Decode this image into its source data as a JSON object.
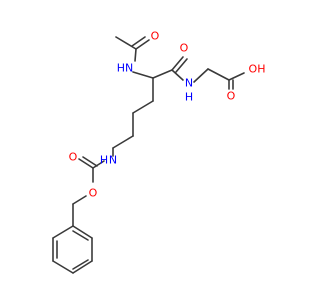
{
  "molecule": {
    "colors": {
      "bond": "#3a3a3a",
      "oxygen": "#ff0000",
      "nitrogen": "#0000ff"
    },
    "labels": {
      "acetyl_oxygen": "O",
      "acetyl_amide_nitrogen": "HN",
      "peptide_oxygen": "O",
      "peptide_nitrogen": "N",
      "peptide_nitrogen_h": "H",
      "acid_carbonyl_oxygen": "O",
      "acid_hydroxyl": "OH",
      "carbamate_nitrogen_h": "H",
      "carbamate_nitrogen": "N",
      "carbamate_carbonyl_oxygen": "O",
      "carbamate_ester_oxygen": "O"
    }
  }
}
